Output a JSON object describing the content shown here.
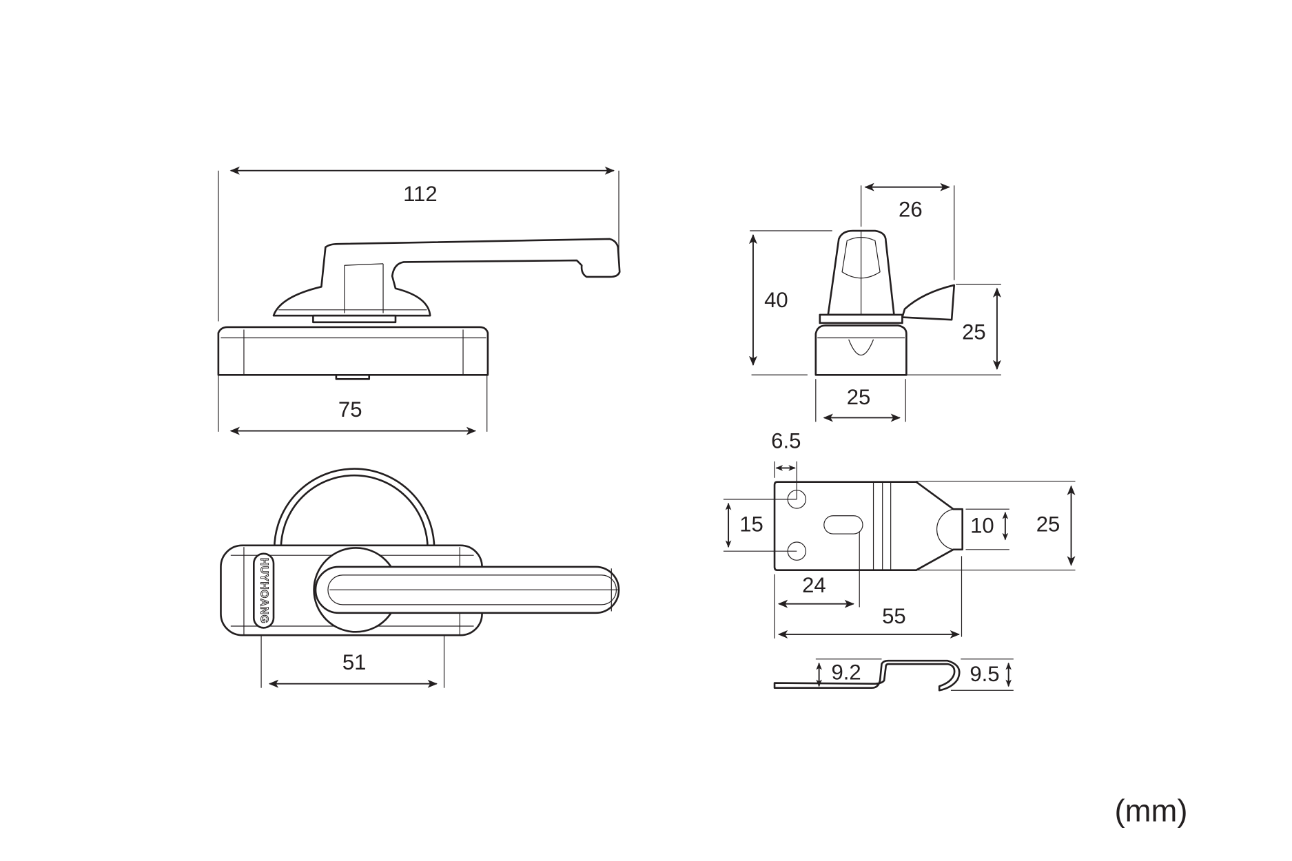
{
  "units_label": "(mm)",
  "brand_logo": "HUYHOANG",
  "side_view": {
    "overall_length": "112",
    "base_length": "75"
  },
  "top_view": {
    "mount_spacing": "51"
  },
  "end_view": {
    "lever_width": "26",
    "total_height": "40",
    "base_height": "25",
    "base_width": "25"
  },
  "keeper_plate": {
    "hole_edge_offset": "6.5",
    "hole_spacing": "15",
    "slot_position": "24",
    "plate_length": "55",
    "notch_width": "10",
    "plate_width": "25",
    "offset_height": "9.2",
    "hook_height": "9.5"
  }
}
